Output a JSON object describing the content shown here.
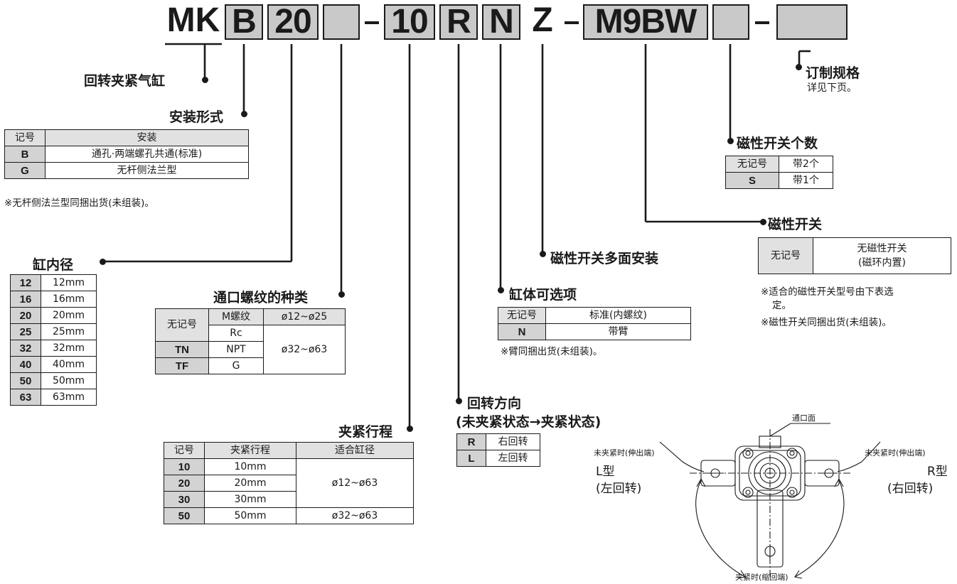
{
  "model_code": {
    "prefix": "MK",
    "mount": "B",
    "bore": "20",
    "port_blank": "",
    "stroke": "10",
    "rotation": "R",
    "option": "N",
    "multi_mount": "Z",
    "switch": "M9BW",
    "switch_qty_blank": "",
    "custom_blank": ""
  },
  "labels": {
    "cylinder": "回转夹紧气缸",
    "custom_title": "订制规格",
    "custom_sub": "详见下页。",
    "mounting_title": "安装形式",
    "switch_qty_title": "磁性开关个数",
    "switch_title": "磁性开关",
    "bore_title": "缸内径",
    "multi_mount_title": "磁性开关多面安装",
    "port_title": "通口螺纹的种类",
    "option_title": "缸体可选项",
    "rotation_title": "回转方向",
    "rotation_sub": "(未夹紧状态→夹紧状态)",
    "stroke_title": "夹紧行程"
  },
  "mounting": {
    "headers": [
      "记号",
      "安装"
    ],
    "rows": [
      {
        "code": "B",
        "desc": "通孔·两端螺孔共通(标准)"
      },
      {
        "code": "G",
        "desc": "无杆侧法兰型"
      }
    ],
    "note": "※无杆侧法兰型同捆出货(未组装)。"
  },
  "switch_qty": {
    "rows": [
      {
        "code": "无记号",
        "desc": "带2个"
      },
      {
        "code": "S",
        "desc": "带1个"
      }
    ]
  },
  "switch": {
    "code": "无记号",
    "desc_line1": "无磁性开关",
    "desc_line2": "(磁环内置)",
    "note1": "※适合的磁性开关型号由下表选",
    "note1b": "定。",
    "note2": "※磁性开关同捆出货(未组装)。"
  },
  "bore": {
    "rows": [
      {
        "code": "12",
        "desc": "12mm"
      },
      {
        "code": "16",
        "desc": "16mm"
      },
      {
        "code": "20",
        "desc": "20mm"
      },
      {
        "code": "25",
        "desc": "25mm"
      },
      {
        "code": "32",
        "desc": "32mm"
      },
      {
        "code": "40",
        "desc": "40mm"
      },
      {
        "code": "50",
        "desc": "50mm"
      },
      {
        "code": "63",
        "desc": "63mm"
      }
    ]
  },
  "port": {
    "rows": [
      {
        "code": "无记号",
        "type": "M螺纹",
        "range": "ø12~ø25"
      },
      {
        "code": "",
        "type": "Rc",
        "range": ""
      },
      {
        "code": "TN",
        "type": "NPT",
        "range": "ø32~ø63"
      },
      {
        "code": "TF",
        "type": "G",
        "range": ""
      }
    ]
  },
  "option": {
    "rows": [
      {
        "code": "无记号",
        "desc": "标准(内螺纹)"
      },
      {
        "code": "N",
        "desc": "带臂"
      }
    ],
    "note": "※臂同捆出货(未组装)。"
  },
  "rotation": {
    "rows": [
      {
        "code": "R",
        "desc": "右回转"
      },
      {
        "code": "L",
        "desc": "左回转"
      }
    ]
  },
  "stroke": {
    "headers": [
      "记号",
      "夹紧行程",
      "适合缸径"
    ],
    "rows": [
      {
        "code": "10",
        "stroke": "10mm",
        "bore": "ø12~ø63"
      },
      {
        "code": "20",
        "stroke": "20mm",
        "bore": ""
      },
      {
        "code": "30",
        "stroke": "30mm",
        "bore": ""
      },
      {
        "code": "50",
        "stroke": "50mm",
        "bore": "ø32~ø63"
      }
    ]
  },
  "figure": {
    "port_face": "通口面",
    "left_unclamp": "未夹紧时(伸出端)",
    "left_type": "L型",
    "left_dir": "(左回转)",
    "right_unclamp": "未夹紧时(伸出端)",
    "right_type": "R型",
    "right_dir": "(右回转)",
    "clamp": "夹紧时(缩回端)"
  },
  "colors": {
    "box_fill": "#c9c9c9",
    "header_fill": "#e1e1e1",
    "ink": "#1a1a1a"
  }
}
